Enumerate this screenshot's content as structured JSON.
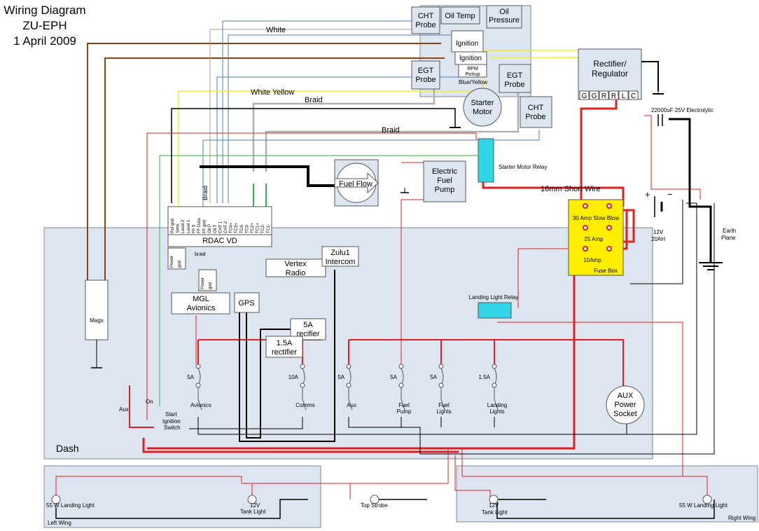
{
  "title": {
    "line1": "Wiring Diagram",
    "line2": "ZU-EPH",
    "line3": "1 April 2009"
  },
  "wire_labels": {
    "white": "White",
    "white_yellow": "White Yellow",
    "braid1": "Braid",
    "braid2": "Braid",
    "braid3": "Braid",
    "blue_yellow": "Blue/Yellow",
    "short_wire": "16mm Short Wire",
    "braid_small": "braid"
  },
  "sensors": {
    "cht_top_a": "CHT",
    "cht_top_b": "Probe",
    "oil_temp": "Oil Temp",
    "oil_press_a": "Oil",
    "oil_press_b": "Pressure",
    "ignition1": "Ignition",
    "ignition2": "Ignition",
    "egt_left_a": "EGT",
    "egt_left_b": "Probe",
    "rpm_a": "RPM",
    "rpm_b": "Pickup",
    "egt_right_a": "EGT",
    "egt_right_b": "Probe",
    "starter_a": "Starter",
    "starter_b": "Motor",
    "cht_right_a": "CHT",
    "cht_right_b": "Probe"
  },
  "rectifier": {
    "line1": "Rectifier/",
    "line2": "Regulator",
    "terminals": [
      "G",
      "G",
      "R",
      "R",
      "L",
      "C"
    ]
  },
  "capacitor": "22000uF 25V Electrolytic",
  "battery": {
    "plus": "+",
    "minus": "−",
    "line1": "12V",
    "line2": "20AH"
  },
  "earth_plane": {
    "line1": "Earth",
    "line2": "Plane"
  },
  "fuel_flow": "Fuel Flow",
  "electric_pump": {
    "l1": "Electric",
    "l2": "Fuel",
    "l3": "Pump"
  },
  "starter_relay": "Starter Motor Relay",
  "fuse_box": {
    "f1": "30 Amp Slow Blow",
    "f2": "25 Amp",
    "f3": "10Amp",
    "label": "Fuse Box"
  },
  "rdac": {
    "label": "RDAC VD",
    "pins": [
      "Ref gnd",
      "Sens",
      "Level 2",
      "Level 1",
      "FF 5",
      "FF Data",
      "FF gnd",
      "Oil P",
      "Oil T",
      "CHT 1",
      "CHT 2",
      "TC4+",
      "TC3+",
      "TC4-",
      "TC3-",
      "TC2+",
      "TC1+",
      "TC2-",
      "TC1-"
    ]
  },
  "power_gnd": {
    "a": "Power",
    "b": "gnd"
  },
  "mgl": {
    "l1": "MGL",
    "l2": "Avionics"
  },
  "gps": "GPS",
  "radio": {
    "l1": "Vertex",
    "l2": "Radio"
  },
  "intercom": {
    "l1": "Zulu1",
    "l2": "Intercom"
  },
  "rect5a": {
    "l1": "5A",
    "l2": "recifier"
  },
  "rect15a": {
    "l1": "1.5A",
    "l2": "rectifier"
  },
  "landing_relay": "Landing Light Relay",
  "aux_socket": {
    "l1": "AUX",
    "l2": "Power",
    "l3": "Socket"
  },
  "mags": "Mags",
  "dash": "Dash",
  "switch": {
    "aux": "Aux",
    "on": "On",
    "start": "Start",
    "ignition": "Ignition",
    "sw": "Switch"
  },
  "breakers": [
    {
      "amp": "5A",
      "name1": "Avionics",
      "name2": ""
    },
    {
      "amp": "10A",
      "name1": "Comms",
      "name2": ""
    },
    {
      "amp": "5A",
      "name1": "Aux",
      "name2": ""
    },
    {
      "amp": "5A",
      "name1": "Fuel",
      "name2": "Pump"
    },
    {
      "amp": "5A",
      "name1": "Fuel",
      "name2": "Lights"
    },
    {
      "amp": "1.5A",
      "name1": "Landing",
      "name2": "Lights"
    }
  ],
  "left_wing": {
    "landing": "55 W Landing Light",
    "tank1": "12V",
    "tank2": "Tank Light",
    "label": "Left Wing"
  },
  "strobe": "Top Strobe",
  "right_wing": {
    "tank1": "12V",
    "tank2": "Tank Light",
    "landing": "55 W Landing Light",
    "label": "Right Wing"
  },
  "colors": {
    "red": "#e02020",
    "black": "#000000",
    "brown": "#8b4513",
    "yellow": "#f2ee30",
    "blue": "#4f7fbf",
    "green": "#3ab54a",
    "grey": "#b0b0b0",
    "cyan": "#33d6e6",
    "fuse_yellow": "#ffee00",
    "panel": "#dde6f0"
  }
}
